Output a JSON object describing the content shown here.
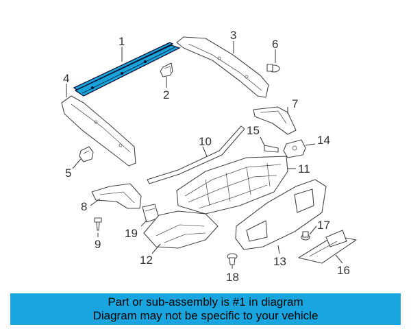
{
  "callouts": {
    "n1": "1",
    "n2": "2",
    "n3": "3",
    "n4": "4",
    "n5": "5",
    "n6": "6",
    "n7": "7",
    "n8": "8",
    "n9": "9",
    "n10": "10",
    "n11": "11",
    "n12": "12",
    "n13": "13",
    "n14": "14",
    "n15": "15",
    "n16": "16",
    "n17": "17",
    "n18": "18",
    "n19": "19"
  },
  "highlighted_part": "1",
  "highlight_color": "#1aa3d9",
  "banner": {
    "line1": "Part or sub-assembly is #1 in diagram",
    "line2": "Diagram may not be specific to your vehicle",
    "background": "#19a6e0"
  }
}
